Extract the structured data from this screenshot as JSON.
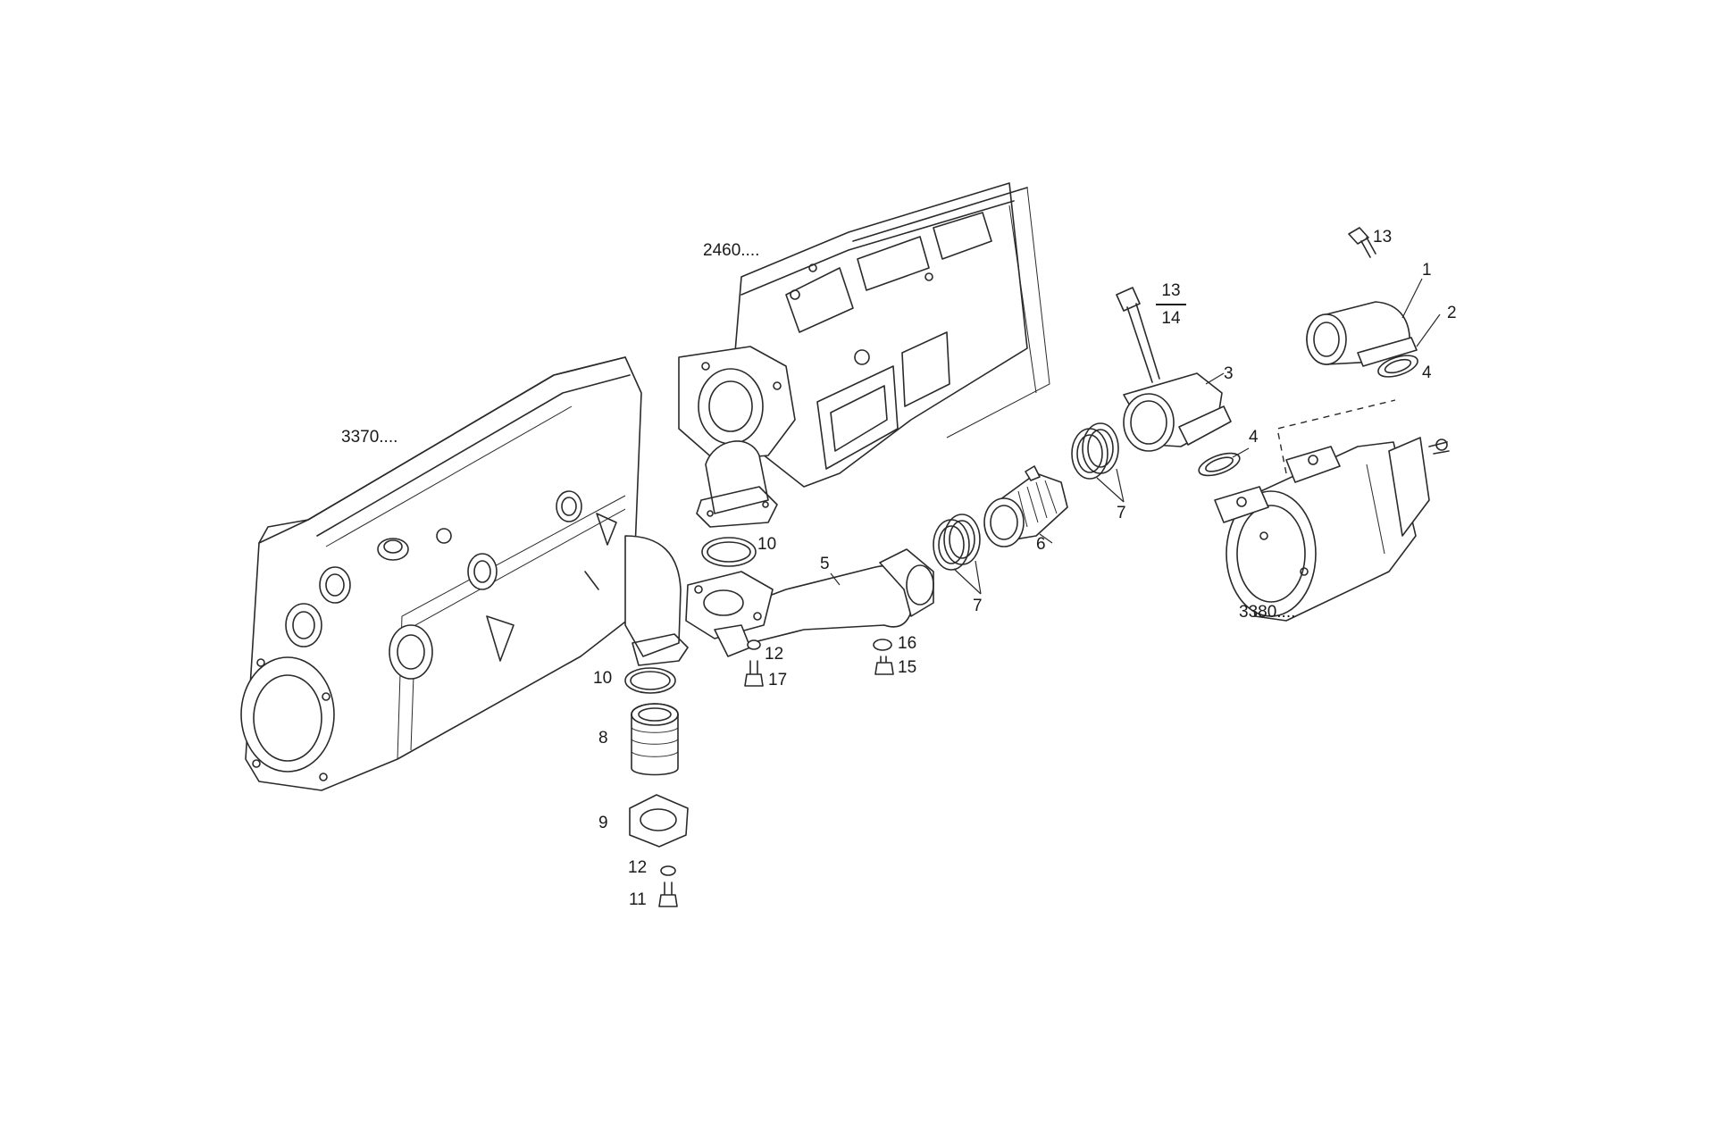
{
  "assemblies": {
    "a3370": "3370....",
    "a2460": "2460....",
    "a3380": "3380...."
  },
  "parts": {
    "p1": "1",
    "p2": "2",
    "p3": "3",
    "p4a": "4",
    "p4b": "4",
    "p5": "5",
    "p6": "6",
    "p7a": "7",
    "p7b": "7",
    "p8": "8",
    "p9": "9",
    "p10a": "10",
    "p10b": "10",
    "p11": "11",
    "p12a": "12",
    "p12b": "12",
    "p13a": "13",
    "p13b": "13",
    "p14": "14",
    "p15": "15",
    "p16": "16",
    "p17": "17"
  }
}
